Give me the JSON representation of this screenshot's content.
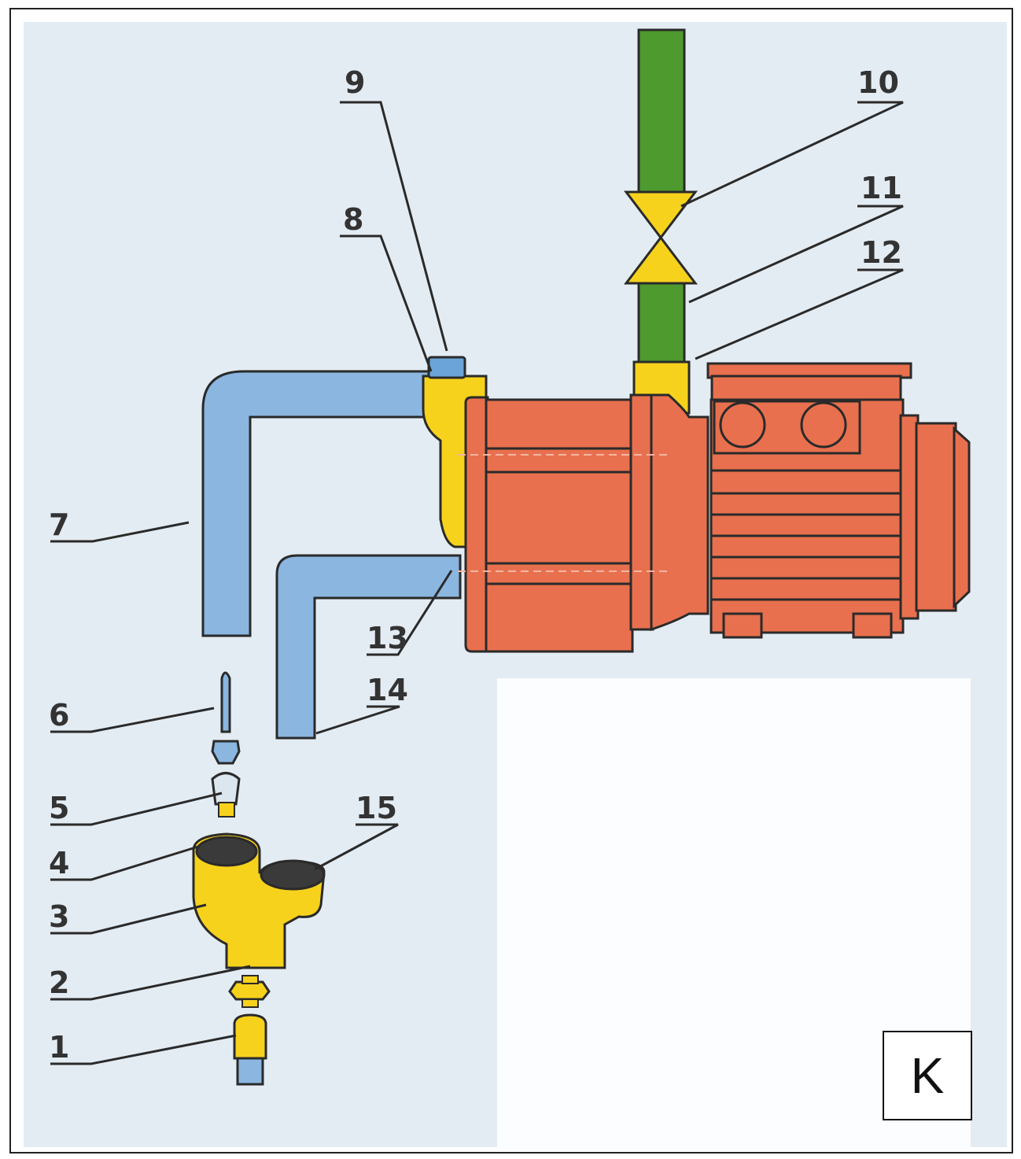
{
  "labels": {
    "l1": "1",
    "l2": "2",
    "l3": "3",
    "l4": "4",
    "l5": "5",
    "l6": "6",
    "l7": "7",
    "l8": "8",
    "l9": "9",
    "l10": "10",
    "l11": "11",
    "l12": "12",
    "l13": "13",
    "l14": "14",
    "l15": "15"
  },
  "panel_letter": "K",
  "colors": {
    "background": "#e4ecf3",
    "pump": "#e8704e",
    "pipe_blue": "#8ab6e0",
    "pipe_green": "#4e9a2e",
    "fitting_yellow": "#f7d21c",
    "outline": "#2a2a2a",
    "panel": "#fbfdfe"
  }
}
